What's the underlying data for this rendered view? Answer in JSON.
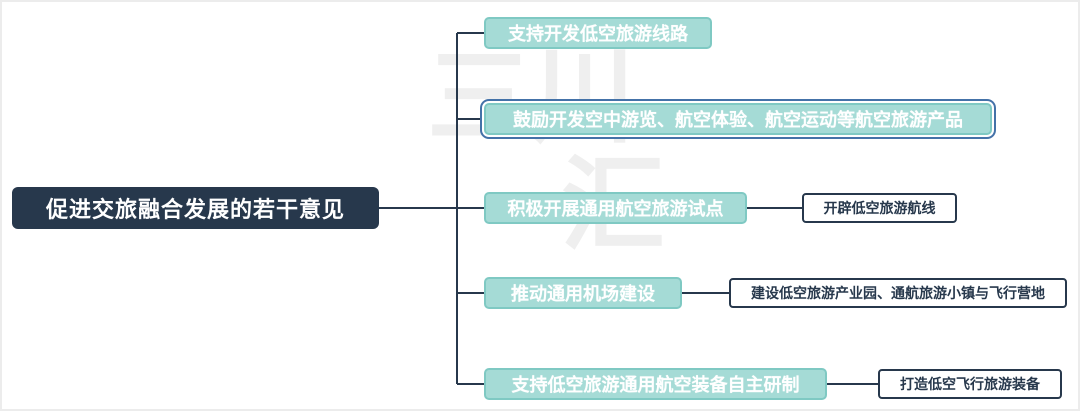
{
  "root": {
    "label": "促进交旅融合发展的若干意见"
  },
  "branches": [
    {
      "label": "支持开发低空旅游线路",
      "selected": false
    },
    {
      "label": "鼓励开发空中游览、航空体验、航空运动等航空旅游产品",
      "selected": true
    },
    {
      "label": "积极开展通用航空旅游试点",
      "selected": false,
      "child": "开辟低空旅游航线"
    },
    {
      "label": "推动通用机场建设",
      "selected": false,
      "child": "建设低空旅游产业园、通航旅游小镇与飞行营地"
    },
    {
      "label": "支持低空旅游通用航空装备自主研制",
      "selected": false,
      "child": "打造低空飞行旅游装备"
    }
  ],
  "watermark": {
    "line1": "三川",
    "line2": "汇"
  },
  "colors": {
    "node_navy": "#27384c",
    "branch_teal": "#a5dbd6",
    "branch_teal_border": "#7fc9c3",
    "selection_ring": "#4472a8",
    "connector": "#27384c",
    "leaf_text": "#27384c",
    "node_text": "#ffffff"
  }
}
